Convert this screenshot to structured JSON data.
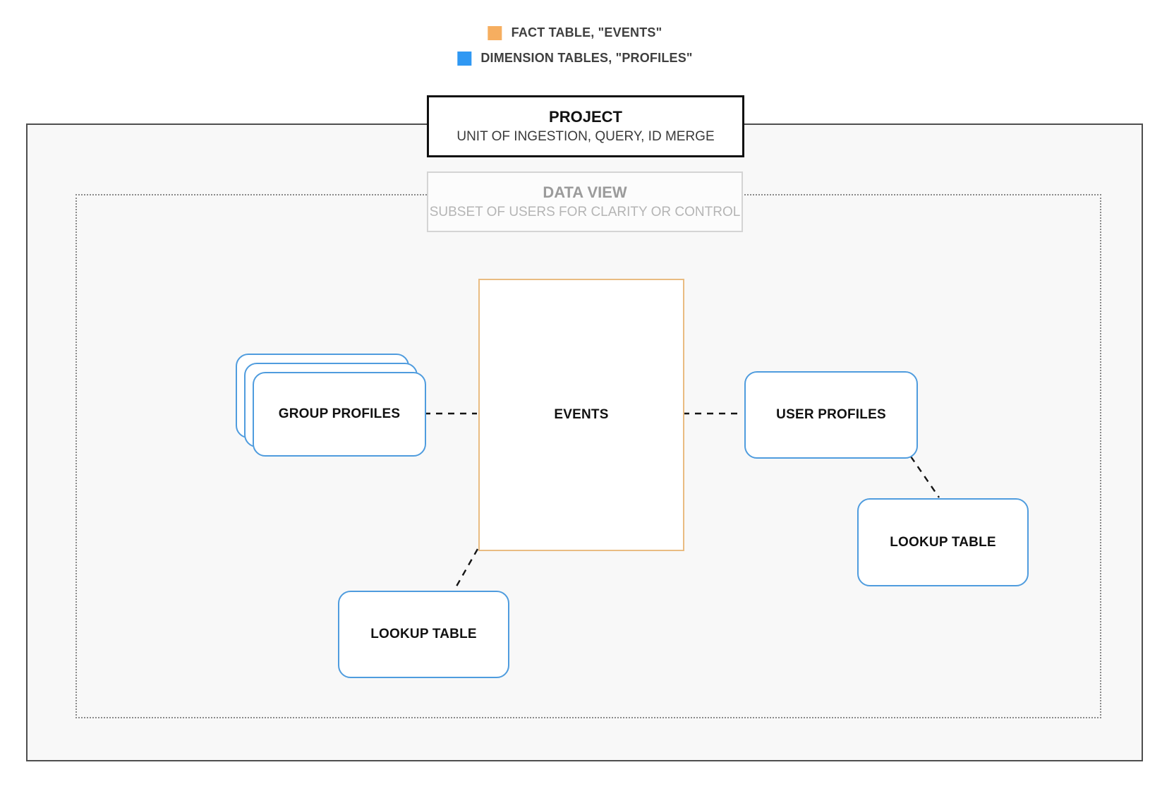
{
  "legend": {
    "items": [
      {
        "label": "FACT TABLE, \"EVENTS\"",
        "swatch_color": "#F6AE60"
      },
      {
        "label": "DIMENSION TABLES, \"PROFILES\"",
        "swatch_color": "#2F98F3"
      }
    ]
  },
  "project_card": {
    "title": "PROJECT",
    "subtitle": "UNIT OF INGESTION, QUERY, ID MERGE"
  },
  "data_view_card": {
    "title": "DATA VIEW",
    "subtitle": "SUBSET OF USERS FOR CLARITY OR CONTROL"
  },
  "nodes": {
    "group_profiles": {
      "label": "GROUP PROFILES"
    },
    "events": {
      "label": "EVENTS"
    },
    "user_profiles": {
      "label": "USER PROFILES"
    },
    "lookup_table_bottom": {
      "label": "LOOKUP TABLE"
    },
    "lookup_table_right": {
      "label": "LOOKUP TABLE"
    }
  },
  "colors": {
    "fact_table_border": "#E9BC82",
    "dimension_table_border": "#4F9CDE",
    "fact_swatch": "#F6AE60",
    "dimension_swatch": "#2F98F3",
    "connector": "#151515"
  }
}
